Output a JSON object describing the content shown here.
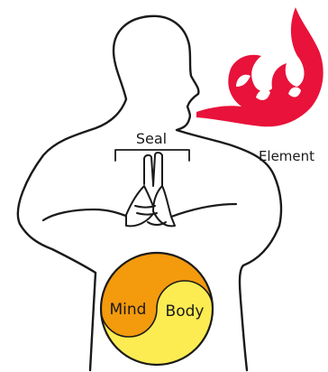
{
  "labels": {
    "seal": "Seal",
    "element": "Element",
    "mind": "Mind",
    "body": "Body"
  },
  "colors": {
    "outline": "#1a1a1a",
    "flame": "#e8123a",
    "mind_fill": "#f39a0d",
    "body_fill": "#fcec52",
    "background": "#ffffff"
  }
}
